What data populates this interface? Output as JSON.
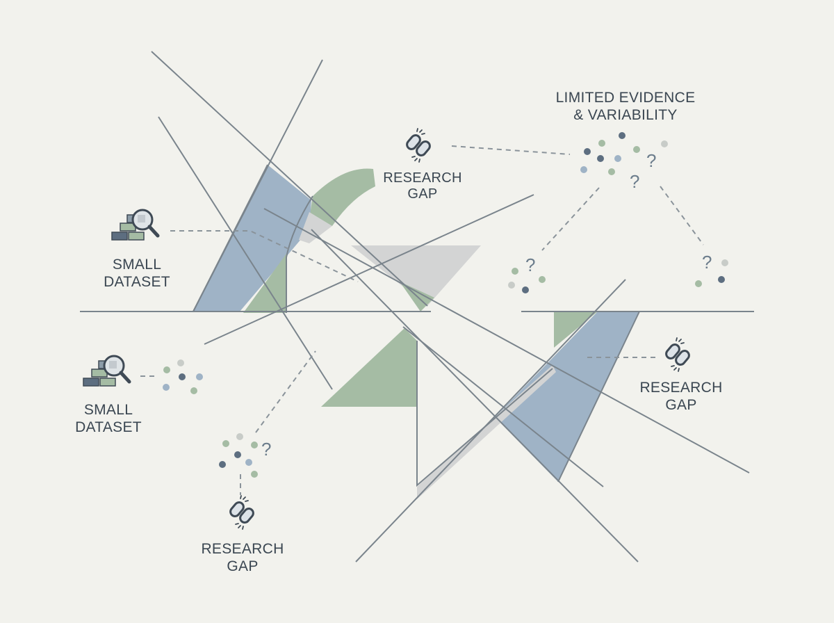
{
  "colors": {
    "background": "#f2f2ed",
    "blue_fill": "#9fb3c6",
    "green_fill": "#a5bca4",
    "gray_fill": "#d3d4d4",
    "line": "#7a848c",
    "dark_slate": "#5d6e80",
    "text": "#3a4651"
  },
  "labels": {
    "limited_evidence": {
      "line1": "LIMITED EVIDENCE",
      "line2": "& VARIABILITY"
    },
    "research_gap_top": {
      "line1": "RESEARCH",
      "line2": "GAP"
    },
    "research_gap_right": {
      "line1": "RESEARCH",
      "line2": "GAP"
    },
    "research_gap_bottom": {
      "line1": "RESEARCH",
      "line2": "GAP"
    },
    "small_dataset_top": {
      "line1": "SMALL",
      "line2": "DATASET"
    },
    "small_dataset_bottom": {
      "line1": "SMALL",
      "line2": "DATASET"
    }
  },
  "question_mark": "?",
  "icons": {
    "research_gap": "broken-chain-link-icon",
    "small_dataset": "magnifier-over-data-blocks-icon",
    "scatter": "scattered-dots-icon"
  }
}
